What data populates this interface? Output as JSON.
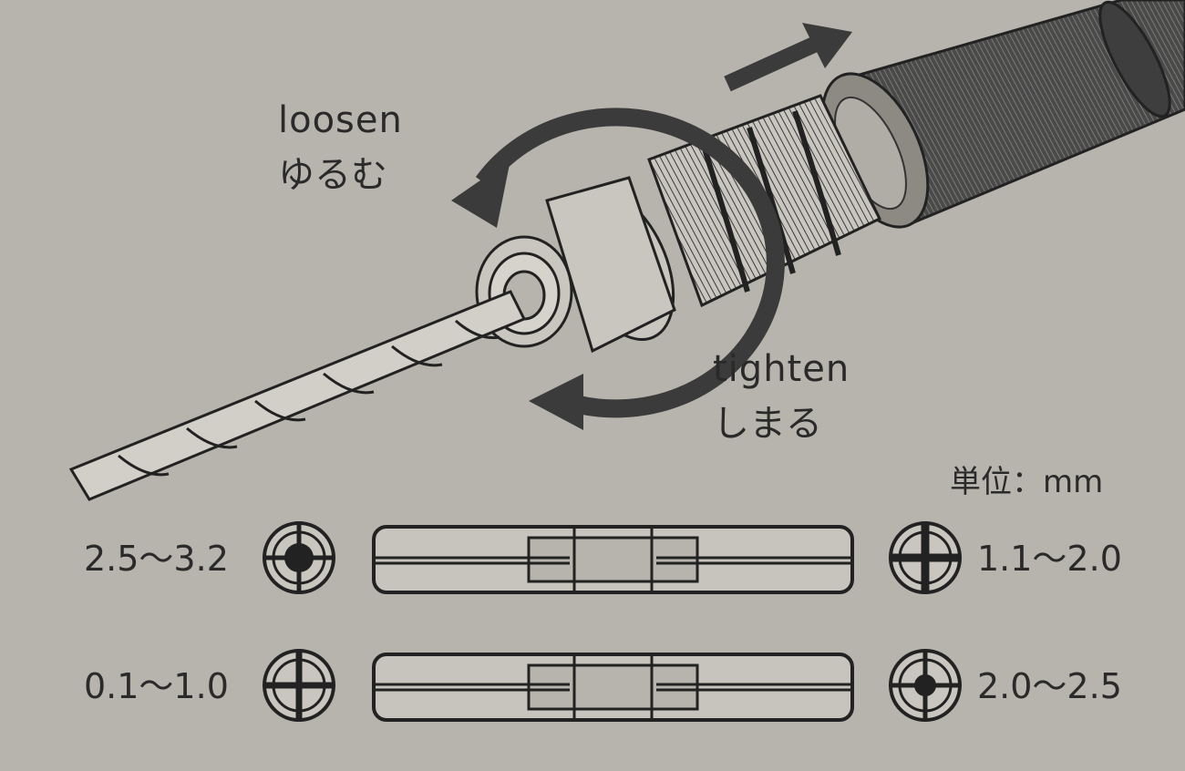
{
  "instructions": {
    "loosen_en": "loosen",
    "loosen_jp": "ゆるむ",
    "tighten_en": "tighten",
    "tighten_jp": "しまる"
  },
  "unit_label": "単位：mm",
  "collets": [
    {
      "left_range": "2.5～3.2",
      "right_range": "1.1～2.0"
    },
    {
      "left_range": "0.1～1.0",
      "right_range": "2.0～2.5"
    }
  ],
  "colors": {
    "paper": "#b7b4ad",
    "ink": "#2a2a2a"
  }
}
